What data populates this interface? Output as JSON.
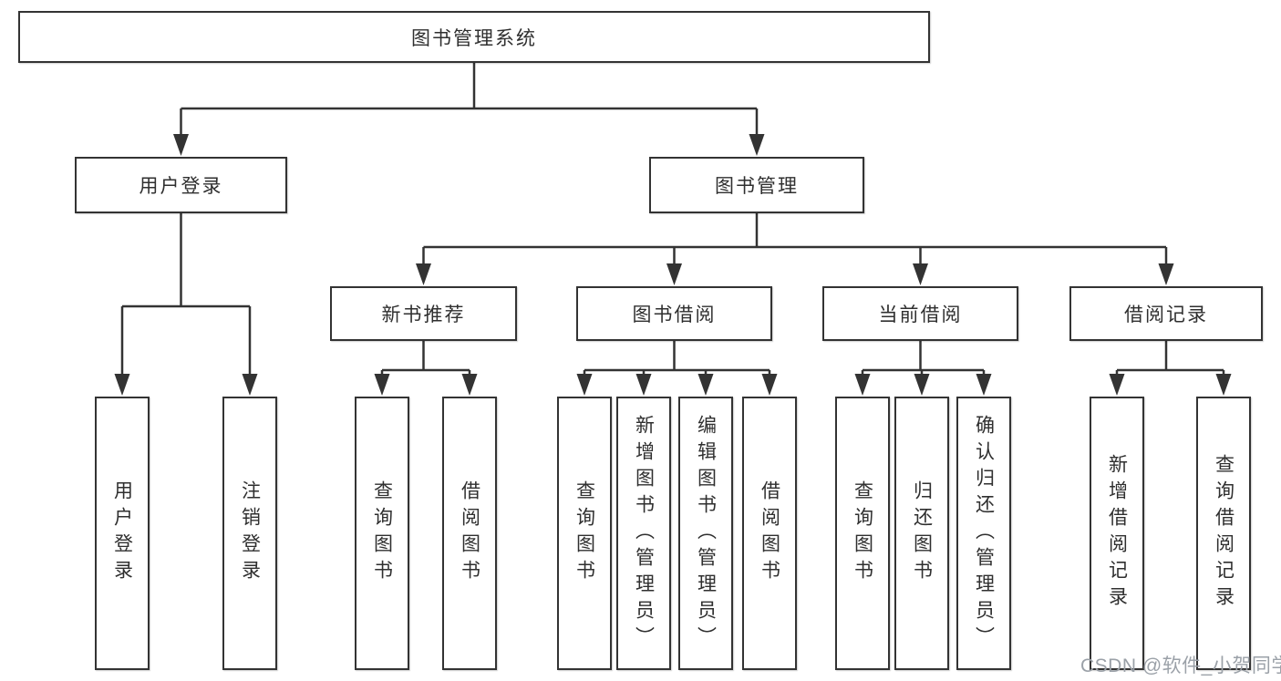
{
  "tree": {
    "root": {
      "label": "图书管理系统",
      "children": [
        {
          "label": "用户登录",
          "children": [
            {
              "label": "用户登录"
            },
            {
              "label": "注销登录"
            }
          ]
        },
        {
          "label": "图书管理",
          "children": [
            {
              "label": "新书推荐",
              "children": [
                {
                  "label": "查询图书"
                },
                {
                  "label": "借阅图书"
                }
              ]
            },
            {
              "label": "图书借阅",
              "children": [
                {
                  "label": "查询图书"
                },
                {
                  "label": "新增图书（管理员）"
                },
                {
                  "label": "编辑图书（管理员）"
                },
                {
                  "label": "借阅图书"
                }
              ]
            },
            {
              "label": "当前借阅",
              "children": [
                {
                  "label": "查询图书"
                },
                {
                  "label": "归还图书"
                },
                {
                  "label": "确认归还（管理员）"
                }
              ]
            },
            {
              "label": "借阅记录",
              "children": [
                {
                  "label": "新增借阅记录"
                },
                {
                  "label": "查询借阅记录"
                }
              ]
            }
          ]
        }
      ]
    }
  },
  "watermark": {
    "text": "CSDN @软件_小贺同学"
  },
  "colors": {
    "line": "#333333",
    "box_border": "#333333",
    "text": "#2f2f2f",
    "watermark": "#9ba1a8",
    "background": "#ffffff"
  }
}
